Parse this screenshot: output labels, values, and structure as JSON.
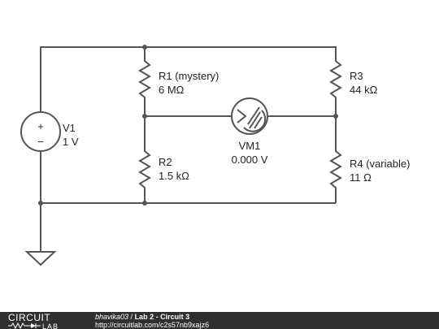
{
  "circuit": {
    "v1": {
      "name": "V1",
      "value": "1 V"
    },
    "r1": {
      "name": "R1 (mystery)",
      "value": "6 MΩ"
    },
    "r2": {
      "name": "R2",
      "value": "1.5 kΩ"
    },
    "r3": {
      "name": "R3",
      "value": "44 kΩ"
    },
    "r4": {
      "name": "R4 (variable)",
      "value": "11 Ω"
    },
    "vm1": {
      "name": "VM1",
      "reading": "0.000 V"
    },
    "source_plus": "+",
    "source_minus": "−"
  },
  "footer": {
    "logo_top": "CIRCUIT",
    "logo_bottom": "LAB",
    "author": "bhavika03",
    "separator": " / ",
    "title": "Lab 2 - Circuit 3",
    "url": "http://circuitlab.com/c2s57nb9xajz6"
  },
  "colors": {
    "wire": "#555555",
    "text": "#222222",
    "footer_bg": "#2f2f2f",
    "footer_text": "#ffffff"
  }
}
